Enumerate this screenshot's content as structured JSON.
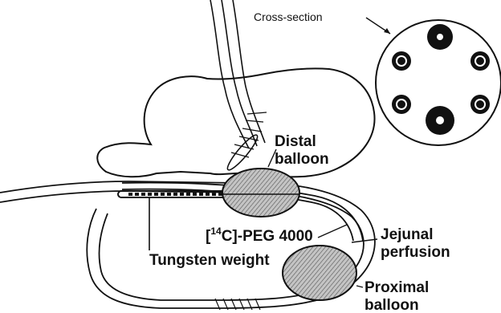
{
  "labels": {
    "cross_section": "Cross-section",
    "distal_line1": "Distal",
    "distal_line2": "balloon",
    "peg_prefix": "[",
    "peg_superscript": "14",
    "peg_suffix": "C]-PEG 4000",
    "jejunal_line1": "Jejunal",
    "jejunal_line2": "perfusion",
    "tungsten": "Tungsten weight",
    "proximal_line1": "Proximal",
    "proximal_line2": "balloon"
  },
  "colors": {
    "ink": "#111111",
    "balloon_fill": "#bdbdbd",
    "paper": "#ffffff"
  }
}
